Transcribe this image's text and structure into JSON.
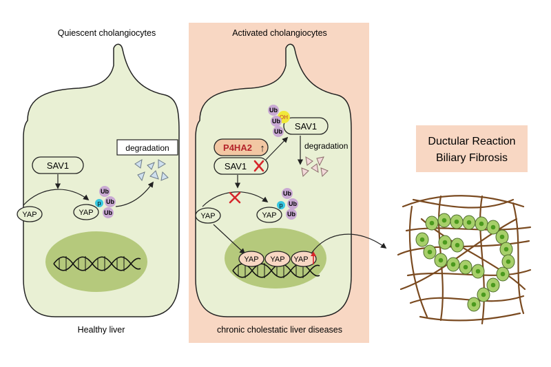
{
  "panels": {
    "left": {
      "title": "Quiescent cholangiocytes",
      "caption": "Healthy liver",
      "sav1": "SAV1",
      "yap_free": "YAP",
      "yap_phos": "YAP",
      "p": "p",
      "ub": [
        "Ub",
        "Ub",
        "Ub"
      ],
      "degradation": "degradation"
    },
    "right": {
      "title": "Activated cholangiocytes",
      "caption": "chronic cholestatic liver diseases",
      "p4ha2": "P4HA2",
      "up_arrow": "↑",
      "sav1": "SAV1",
      "sav1_mod": "SAV1",
      "oh": "OH",
      "ub_sav1": [
        "Ub",
        "Ub",
        "Ub"
      ],
      "degradation": "degradation",
      "yap_free": "YAP",
      "yap_phos": "YAP",
      "p": "p",
      "ub": [
        "Ub",
        "Ub",
        "Ub"
      ],
      "nuclear_yap": [
        "YAP",
        "YAP",
        "YAP"
      ]
    },
    "outcome": {
      "line1": "Ductular Reaction",
      "line2": "Biliary Fibrosis"
    }
  },
  "colors": {
    "cell_fill": "#e9f0d4",
    "nucleus_fill": "#b5c97c",
    "activated_bg": "#f8d7c3",
    "p4ha2_fill": "#f2c7a3",
    "p4ha2_text": "#b4232a",
    "ub_fill": "#c9a9d3",
    "p_fill": "#36c6e0",
    "oh_fill": "#f1e93a",
    "cross": "#d6262b",
    "fiber": "#7a4a20",
    "duct_cell": "#a7cf6a",
    "duct_nucleus": "#4b9a1e"
  }
}
